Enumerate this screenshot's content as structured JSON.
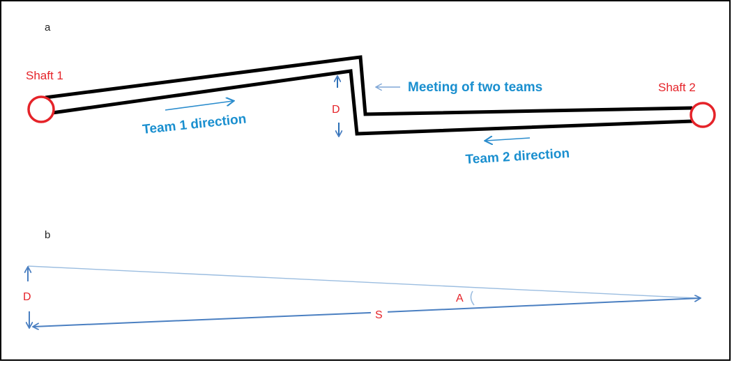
{
  "panel_a": {
    "label": "a",
    "shaft1_label": "Shaft 1",
    "shaft2_label": "Shaft 2",
    "meeting_label": "Meeting of two teams",
    "team1_label": "Team 1 direction",
    "team2_label": "Team 2 direction",
    "offset_label": "D"
  },
  "panel_b": {
    "label": "b",
    "offset_label": "D",
    "span_label": "S",
    "angle_label": "A"
  },
  "colors": {
    "shaft_red": "#e52329",
    "label_blue": "#1a8fcf",
    "arrow_blue": "#4a7fc1",
    "light_blue": "#9bbde0",
    "tunnel": "#000000"
  }
}
